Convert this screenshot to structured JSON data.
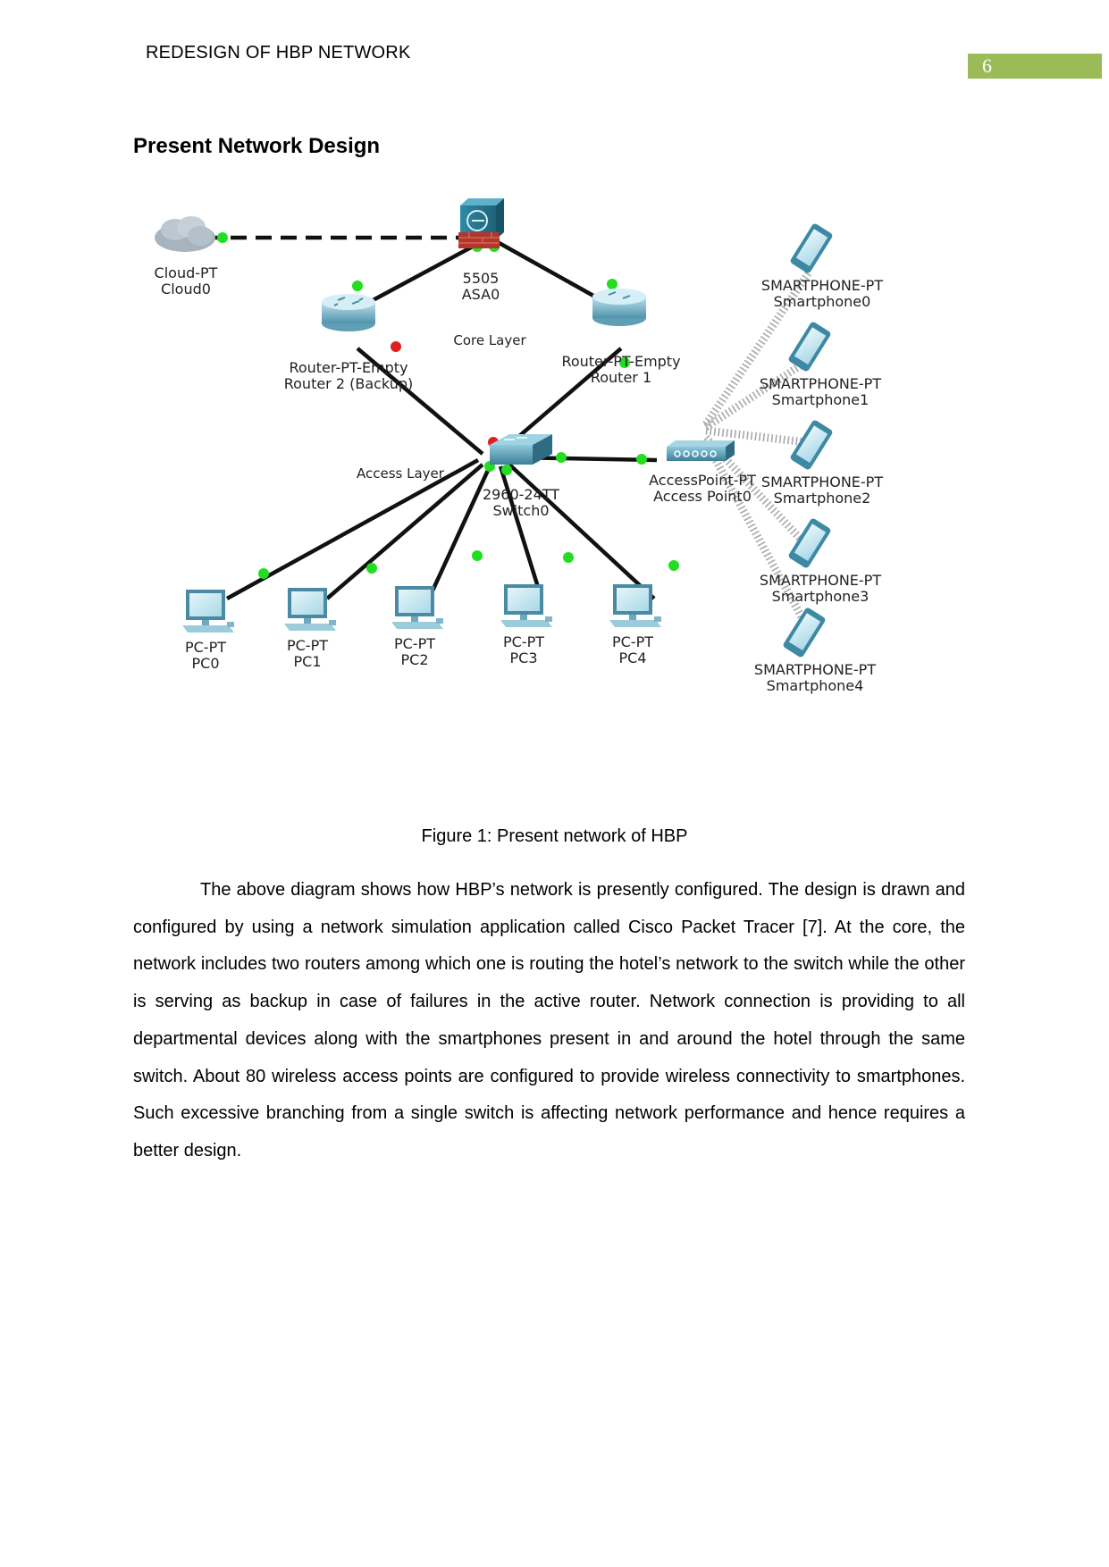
{
  "header": {
    "running_title": "REDESIGN OF HBP NETWORK",
    "page_number": "6"
  },
  "section": {
    "title": "Present Network Design"
  },
  "figure": {
    "caption": "Figure 1: Present network of HBP",
    "layer_labels": {
      "core": "Core Layer",
      "access": "Access Layer"
    },
    "devices": {
      "cloud": {
        "type": "Cloud-PT",
        "name": "Cloud0"
      },
      "asa": {
        "type": "5505",
        "name": "ASA0"
      },
      "router_backup": {
        "type": "Router-PT-Empty",
        "name": "Router 2 (Backup)"
      },
      "router_main": {
        "type": "Router-PT-Empty",
        "name": "Router 1"
      },
      "switch": {
        "type": "2960-24TT",
        "name": "Switch0"
      },
      "access_point": {
        "type": "AccessPoint-PT",
        "name": "Access Point0"
      },
      "pcs": [
        {
          "type": "PC-PT",
          "name": "PC0"
        },
        {
          "type": "PC-PT",
          "name": "PC1"
        },
        {
          "type": "PC-PT",
          "name": "PC2"
        },
        {
          "type": "PC-PT",
          "name": "PC3"
        },
        {
          "type": "PC-PT",
          "name": "PC4"
        }
      ],
      "smartphones": [
        {
          "type": "SMARTPHONE-PT",
          "name": "Smartphone0"
        },
        {
          "type": "SMARTPHONE-PT",
          "name": "Smartphone1"
        },
        {
          "type": "SMARTPHONE-PT",
          "name": "Smartphone2"
        },
        {
          "type": "SMARTPHONE-PT",
          "name": "Smartphone3"
        },
        {
          "type": "SMARTPHONE-PT",
          "name": "Smartphone4"
        }
      ]
    },
    "colors": {
      "link_up": "#22dd22",
      "link_down": "#e02020",
      "page_number_bg": "#9bbb59"
    }
  },
  "body": {
    "paragraph": "The above diagram shows how HBP’s network is presently configured. The design is drawn and configured by using a network simulation application called Cisco Packet Tracer [7]. At the core, the network includes two routers among which one is routing the hotel’s network to the switch while the other is serving as backup in case of failures in the active router. Network connection is providing to all departmental devices along with the smartphones present in and around the hotel through the same switch. About 80 wireless access points are configured to provide wireless connectivity to smartphones. Such excessive branching from a single switch is affecting network performance and hence requires a better design."
  }
}
